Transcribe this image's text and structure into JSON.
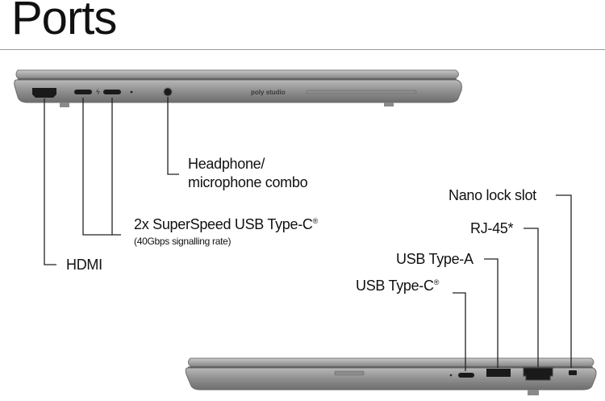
{
  "header": {
    "title": "Ports"
  },
  "laptop_top": {
    "brand_text": "poly studio"
  },
  "labels": {
    "headphone_line1": "Headphone/",
    "headphone_line2": "microphone combo",
    "usbc_main": "2x SuperSpeed USB Type-C",
    "usbc_mark": "®",
    "usbc_note": "(40Gbps signalling rate)",
    "hdmi": "HDMI",
    "nano_lock": "Nano lock slot",
    "rj45": "RJ-45*",
    "usb_a": "USB Type-A",
    "usb_c": "USB Type-C",
    "usb_c_mark": "®"
  },
  "colors": {
    "laptop_body": "#9c9c9c",
    "laptop_edge": "#6f6f6f",
    "port": "#1a1a1a",
    "callout_line": "#222222"
  }
}
